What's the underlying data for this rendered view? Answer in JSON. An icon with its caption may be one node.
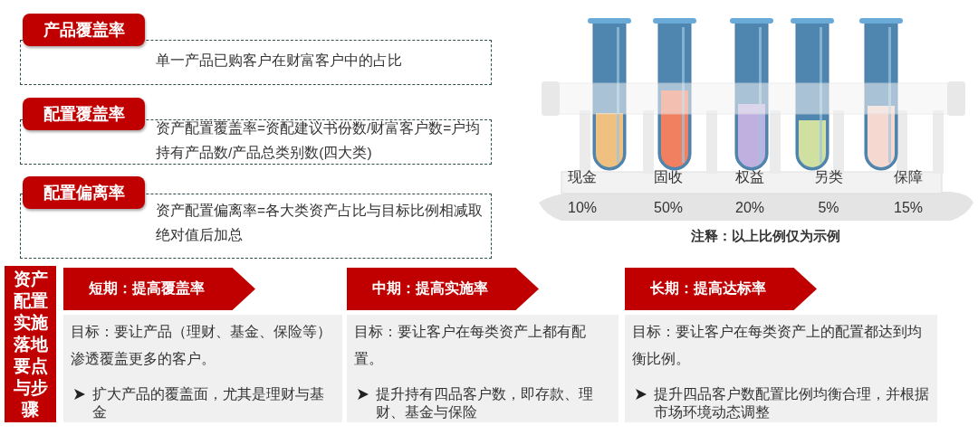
{
  "diagram": {
    "nodes": [
      {
        "text": [
          "产品覆盖率",
          "单一产品已购客户在财富客户中的占比"
        ]
      },
      {
        "text": [
          "配置覆盖率",
          "资产配置覆盖率=资配建议书份数/财富客户数=户均持有产品数/产品总类别数(四大类)"
        ]
      },
      {
        "text": [
          "配置偏离率",
          "资产配置偏离率=各大类资产占比与目标比例相减取绝对值后加总"
        ]
      },
      {
        "text": [
          "资产配置实施落地要点与步骤"
        ]
      },
      {
        "text": [
          "短期：提高覆盖率",
          "目标：要让产品（理财、基金、保险等）渗透覆盖更多的客户。",
          "扩大产品的覆盖面，尤其是理财与基金"
        ]
      },
      {
        "text": [
          "中期：提高实施率",
          "目标：要让客户在每类资产上都有配置。",
          "提升持有四品客户数，即存款、理财、基金与保险"
        ]
      },
      {
        "text": [
          "长期：提高达标率",
          "目标：要让客户在每类资产上的配置都达到均衡比例。",
          "提升四品客户数配置比例均衡合理，并根据市场环境动态调整"
        ]
      }
    ],
    "labels": [
      "现金",
      "固收",
      "权益",
      "另类",
      "保障",
      "10%",
      "50%",
      "20%",
      "5%",
      "15%",
      "注释：以上比例仅为示例"
    ]
  }
}
